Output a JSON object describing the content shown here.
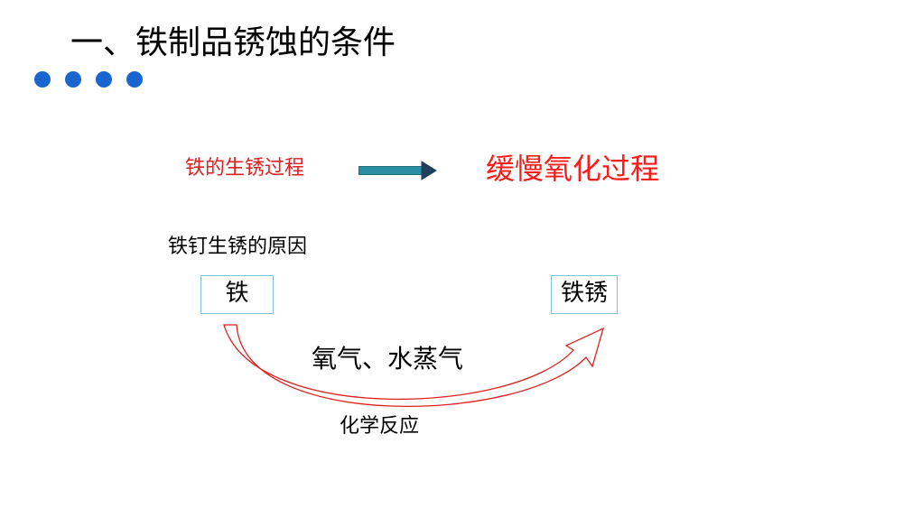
{
  "slide": {
    "title": "一、铁制品锈蚀的条件",
    "process": {
      "label": "铁的生锈过程",
      "result": "缓慢氧化过程"
    },
    "cause_heading": "铁钉生锈的原因",
    "reactant": "铁",
    "product": "铁锈",
    "conditions": "氧气、水蒸气",
    "reaction_type": "化学反应"
  },
  "colors": {
    "dot_blue": "#1a66d1",
    "label_red": "#e02020",
    "result_red": "#ff1a1a",
    "arrow_teal": "#2b8fa3",
    "box_border": "#7ec4d4",
    "curve_red": "#e02020"
  },
  "icons": {
    "decoration": "four-blue-dots",
    "process_arrow": "arrow-right-icon",
    "reaction_arrow": "curved-arrow-icon"
  }
}
